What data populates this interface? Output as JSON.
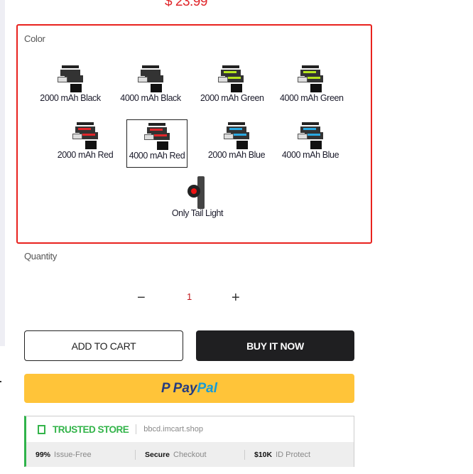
{
  "price": "$ 23.99",
  "color": {
    "label": "Color",
    "selected": "4000 mAh Red",
    "options": [
      {
        "name": "2000 mAh Black",
        "accent": "#333333"
      },
      {
        "name": "4000 mAh Black",
        "accent": "#333333"
      },
      {
        "name": "2000 mAh Green",
        "accent": "#b5e61d"
      },
      {
        "name": "4000 mAh Green",
        "accent": "#b5e61d"
      },
      {
        "name": "2000 mAh Red",
        "accent": "#e0262b"
      },
      {
        "name": "4000 mAh Red",
        "accent": "#e0262b"
      },
      {
        "name": "2000 mAh Blue",
        "accent": "#2aa8e0"
      },
      {
        "name": "4000 mAh Blue",
        "accent": "#2aa8e0"
      },
      {
        "name": "Only Tail Light"
      }
    ]
  },
  "quantity": {
    "label": "Quantity",
    "value": "1",
    "minus": "−",
    "plus": "+"
  },
  "buttons": {
    "add_to_cart": "ADD TO CART",
    "buy_now": "BUY IT NOW",
    "paypal_a": "Pay",
    "paypal_b": "Pal",
    "paypal_icon": "P"
  },
  "trust": {
    "title": "TRUSTED STORE",
    "url": "bbcd.imcart.shop",
    "badges": [
      {
        "strong": "99%",
        "text": "Issue-Free"
      },
      {
        "strong": "Secure",
        "text": "Checkout"
      },
      {
        "strong": "$10K",
        "text": "ID Protect"
      }
    ]
  }
}
